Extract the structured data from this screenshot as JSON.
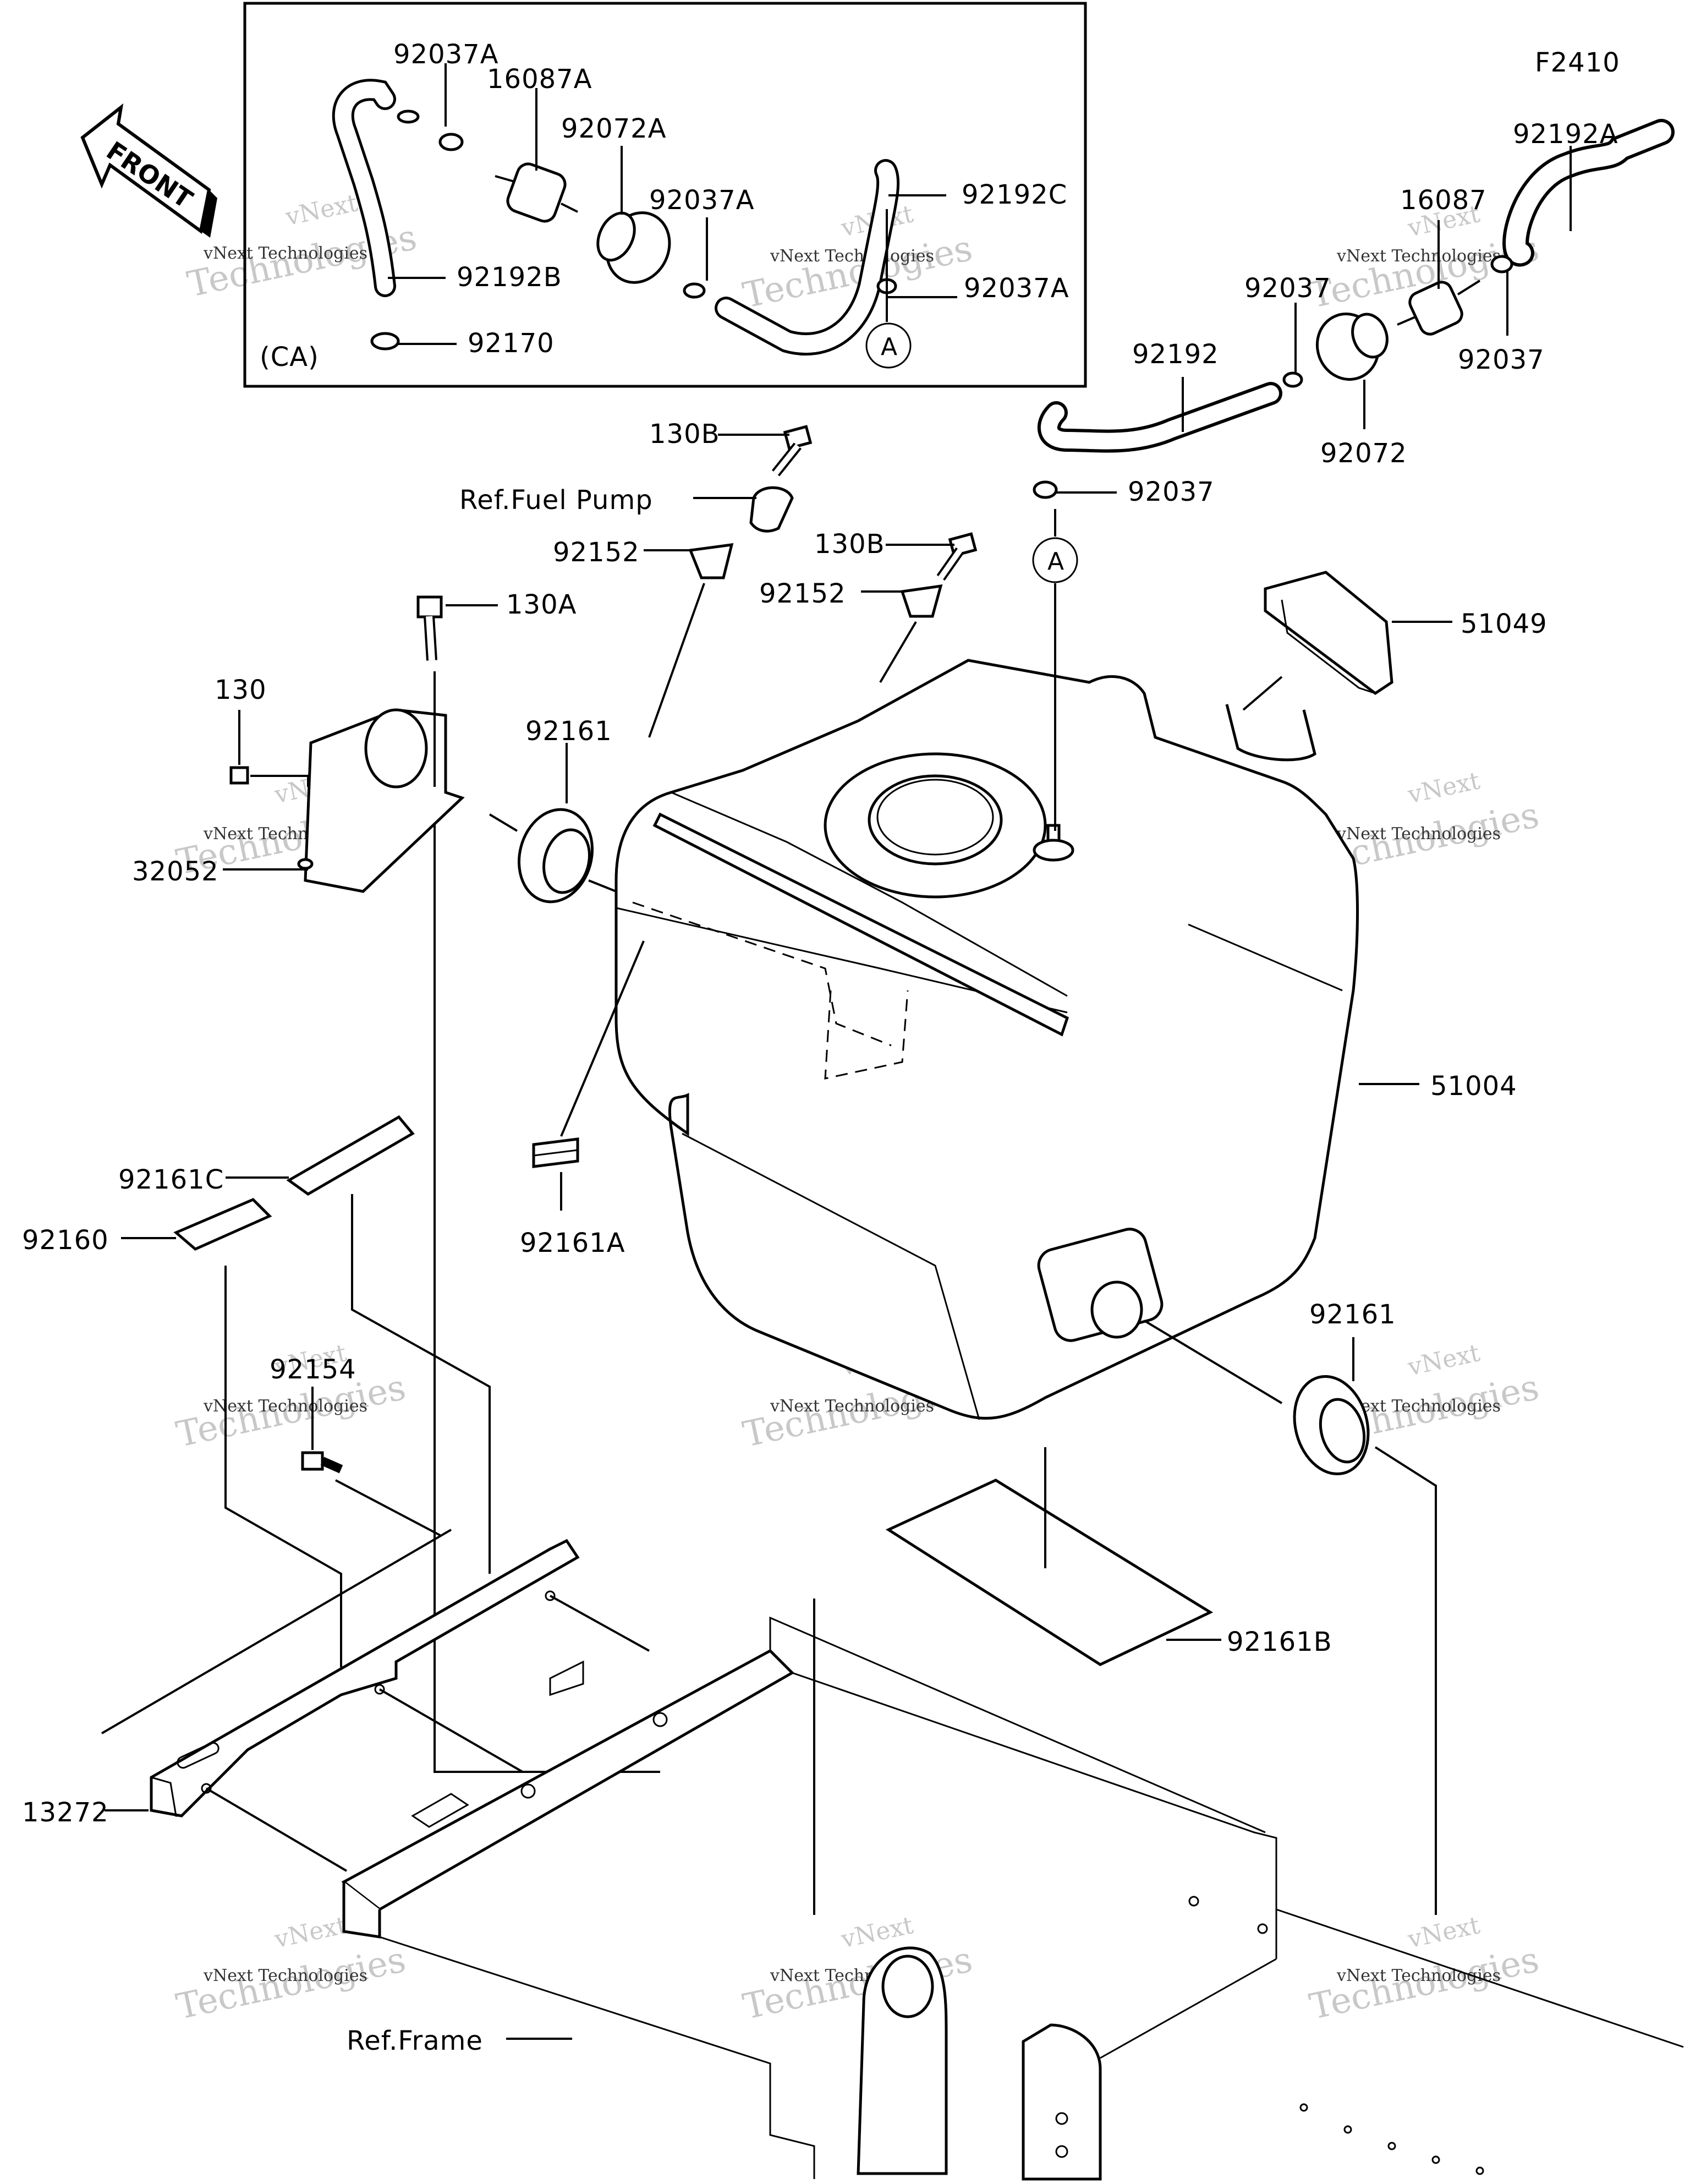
{
  "figure_code": "F2410",
  "front_arrow": {
    "text": "FRONT"
  },
  "inset": {
    "tag": "(CA)"
  },
  "reference_marker": "A",
  "labels": {
    "p92037A_1": "92037A",
    "p16087A": "16087A",
    "p92072A": "92072A",
    "p92037A_2": "92037A",
    "p92192C": "92192C",
    "p92037A_3": "92037A",
    "p92192B": "92192B",
    "p92170": "92170",
    "p92192A": "92192A",
    "p16087": "16087",
    "p92037_1": "92037",
    "p92037_2": "92037",
    "p92192": "92192",
    "p92072": "92072",
    "p92037_3": "92037",
    "p130B_1": "130B",
    "ref_fuel_pump": "Ref.Fuel Pump",
    "p92152_1": "92152",
    "p130B_2": "130B",
    "p92152_2": "92152",
    "p130A": "130A",
    "p51049": "51049",
    "p130": "130",
    "p92161_1": "92161",
    "p32052": "32052",
    "p51004": "51004",
    "p92161C": "92161C",
    "p92160": "92160",
    "p92161A": "92161A",
    "p92161_2": "92161",
    "p92154": "92154",
    "p92161B": "92161B",
    "p13272": "13272",
    "ref_frame": "Ref.Frame"
  },
  "watermark": {
    "line1": "vNext",
    "line2": "vNext Technologies",
    "line3": "Technologies"
  }
}
